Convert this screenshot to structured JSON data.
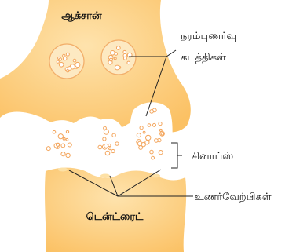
{
  "labels": {
    "axon": "ஆக்சான்",
    "vesicles_line1": "நரம்புணர்வு",
    "vesicles_line2": "கடத்திகள்",
    "synapse": "சினாப்ஸ்",
    "receptors": "உணர்வேற்பிகள்",
    "dendrite": "டென்ட்ரைட்"
  },
  "colors": {
    "neuron_fill": "#fcc56c",
    "neuron_highlight": "#fde1a6",
    "vesicle_stroke": "#f3a55c",
    "synaptic_gap": "#ffffff",
    "leader_line": "#222222"
  }
}
